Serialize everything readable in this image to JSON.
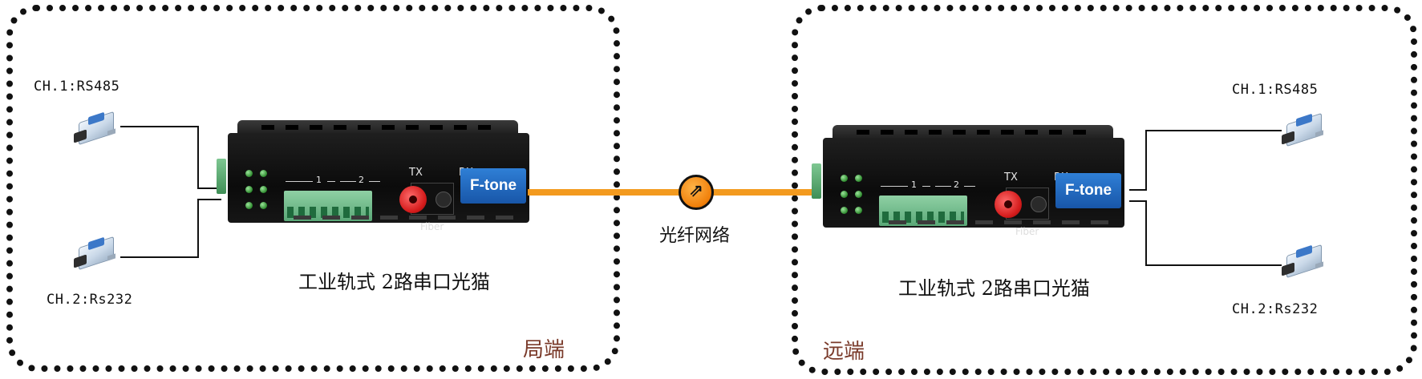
{
  "local": {
    "region_label": "局端",
    "ch1": "CH.1:RS485",
    "ch2": "CH.2:Rs232",
    "caption": "工业轨式 2路串口光猫"
  },
  "remote": {
    "region_label": "远端",
    "ch1": "CH.1:RS485",
    "ch2": "CH.2:Rs232",
    "caption": "工业轨式 2路串口光猫"
  },
  "device": {
    "brand": "F-tone",
    "port1": "1",
    "port2": "2",
    "tx": "TX",
    "rx": "RX",
    "fiber": "Fiber"
  },
  "link": {
    "label": "光纤网络",
    "icon": "arrows-up-right-icon"
  },
  "colors": {
    "fiber": "#f39a1e",
    "region_label": "#7a3a2a",
    "brand": "#1f68c1"
  }
}
